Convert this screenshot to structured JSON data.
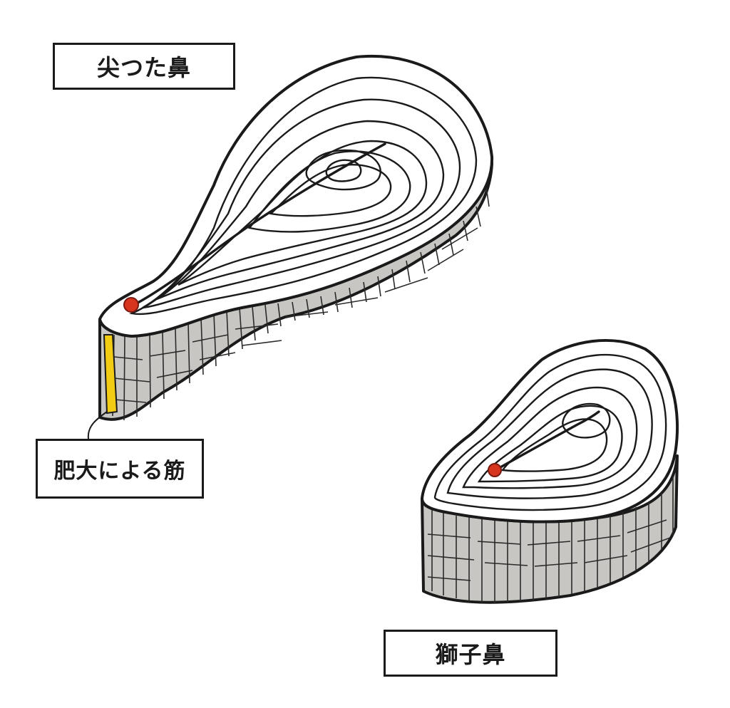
{
  "labels": {
    "pointed_nose": "尖つた鼻",
    "hypertrophy_vein": "肥大による筋",
    "lion_nose": "獅子鼻"
  },
  "colors": {
    "ink": "#1a1a1a",
    "bark": "#c8c6c2",
    "pith_marker": "#d8351e",
    "vein_highlight": "#f2cc12",
    "background": "#ffffff"
  }
}
